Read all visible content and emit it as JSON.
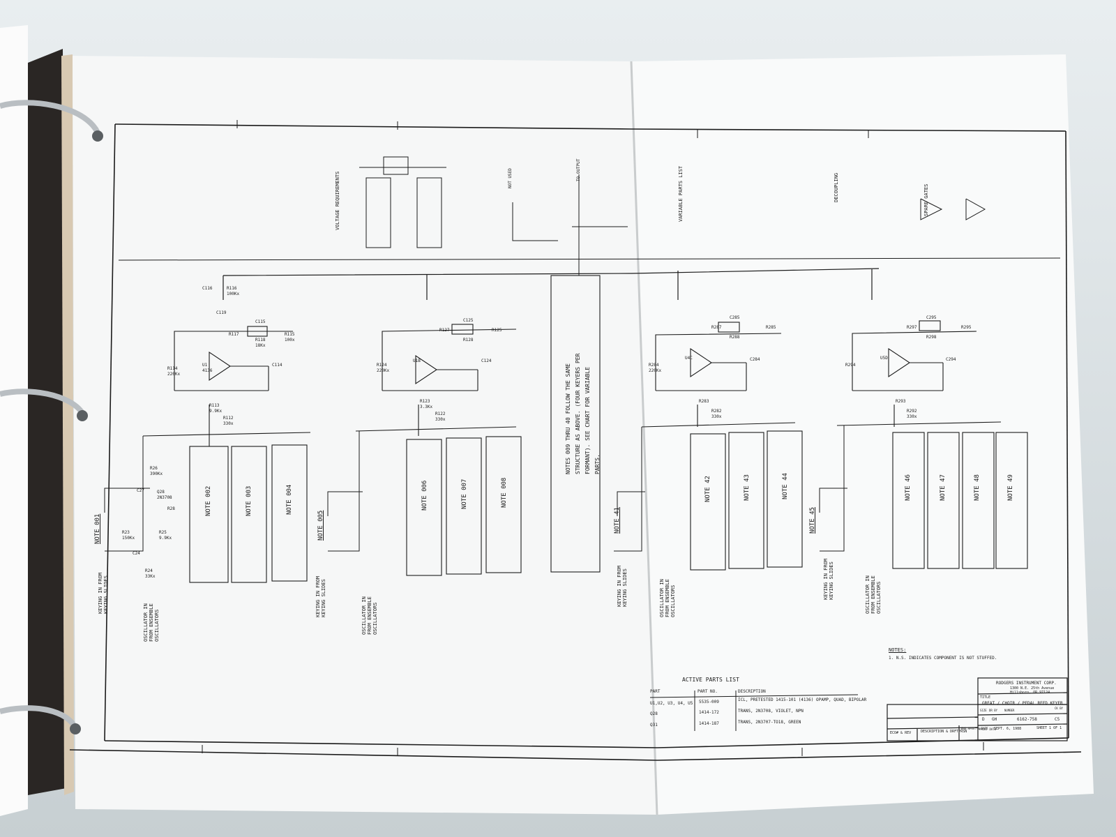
{
  "drawing": {
    "company": "RODGERS INSTRUMENT CORP.",
    "address_1": "1300 N.E. 25th Avenue",
    "address_2": "Hillsboro, OR  97124",
    "title_prefix": "TITLE",
    "title": "GREAT / CHOIR / PEDAL REED KEYER",
    "drawing_number": "6162-758",
    "size": "D",
    "drawn_by": "GH",
    "date": "SEPT. 6, 1988",
    "sheet": "SHEET 1 OF 1",
    "revision": "C5"
  },
  "headings": {
    "voltage": "VOLTAGE REQUIREMENTS",
    "variable_parts": "VARIABLE PARTS LIST",
    "decoupling": "DECOUPLING",
    "spare_gates": "SPARE GATES",
    "active_parts": "ACTIVE  PARTS  LIST",
    "notes_title": "NOTES:",
    "note_1": "1. N.S. INDICATES COMPONENT IS NOT STUFFED."
  },
  "center_note": [
    "NOTES 009 THRU 40 FOLLOW THE SAME",
    "STRUCTURE AS ABOVE. (FOUR KEYERS PER",
    "FORMANT). SEE CHART FOR VARIABLE",
    "PARTS."
  ],
  "note_boxes_left": [
    "NOTE 002",
    "NOTE 003",
    "NOTE 004",
    "NOTE 006",
    "NOTE 007",
    "NOTE 008"
  ],
  "note_boxes_right": [
    "NOTE 42",
    "NOTE 43",
    "NOTE 44",
    "NOTE 46",
    "NOTE 47",
    "NOTE 48",
    "NOTE 49"
  ],
  "note_labels": [
    "NOTE 001",
    "NOTE 005",
    "NOTE 41",
    "NOTE 45"
  ],
  "inputs": {
    "keying": "KEYING IN FROM",
    "keying_2": "KEYING SLIDES",
    "osc": "OSCILLATOR IN",
    "osc_2": "FROM ENSEMBLE",
    "osc_3": "OSCILLATORS",
    "not_used": "NOT USED",
    "to_output": "TO OUTPUT"
  },
  "active_parts": {
    "headers": [
      "PART",
      "PART NO.",
      "DESCRIPTION"
    ],
    "rows": [
      [
        "U1,U2, U3, U4, U5",
        "5535-009",
        "ICL, PRETESTED 1415-101 (4136) OPAMP, QUAD, BIPOLAR"
      ],
      [
        "Q28",
        "1414-172",
        "TRANS, 2N3708, VIOLET, NPN"
      ],
      [
        "Q31",
        "1414-187",
        "TRANS, 2N3707-TO18, GREEN"
      ]
    ]
  },
  "title_block_labels": {
    "ecos": "ECO# & REV",
    "desc": "DESCRIPTION & DRFTPRSN",
    "eng": "ENG APRV. & DATE",
    "size": "SIZE",
    "dr": "DR BY",
    "number": "NUMBER",
    "print_date": "PRINT DATE",
    "ck": "CK BY"
  },
  "component_labels": [
    "R114",
    "220Kx",
    "R117",
    "R115",
    "100x",
    "C115",
    "R118",
    "18Kx",
    "R116",
    "100Kx",
    "C116",
    "C119",
    "U1",
    "4136",
    "C114",
    "R113",
    "9.9Kx",
    "R112",
    "330x",
    "R124",
    "220Kx",
    "R127",
    "R125",
    "C125",
    "R128",
    "U1B",
    "C124",
    "R123",
    "3.3Kx",
    "R122",
    "330x",
    "R284",
    "220Kx",
    "R287",
    "R285",
    "C285",
    "R288",
    "U4C",
    "C284",
    "R283",
    "R282",
    "330x",
    "R294",
    "R297",
    "R295",
    "C295",
    "R298",
    "U5D",
    "C294",
    "R293",
    "R292",
    "330x",
    "R26",
    "390Kx",
    "R23",
    "150Kx",
    "R25",
    "9.9Kx",
    "R24",
    "33Kx",
    "C27",
    "Q28",
    "2N3708",
    "R28",
    "C24"
  ],
  "colors": {
    "paper": "#f7f8f8",
    "ink": "#1b1b1b",
    "binder": "#2a2624",
    "ring": "#b9bec2"
  }
}
